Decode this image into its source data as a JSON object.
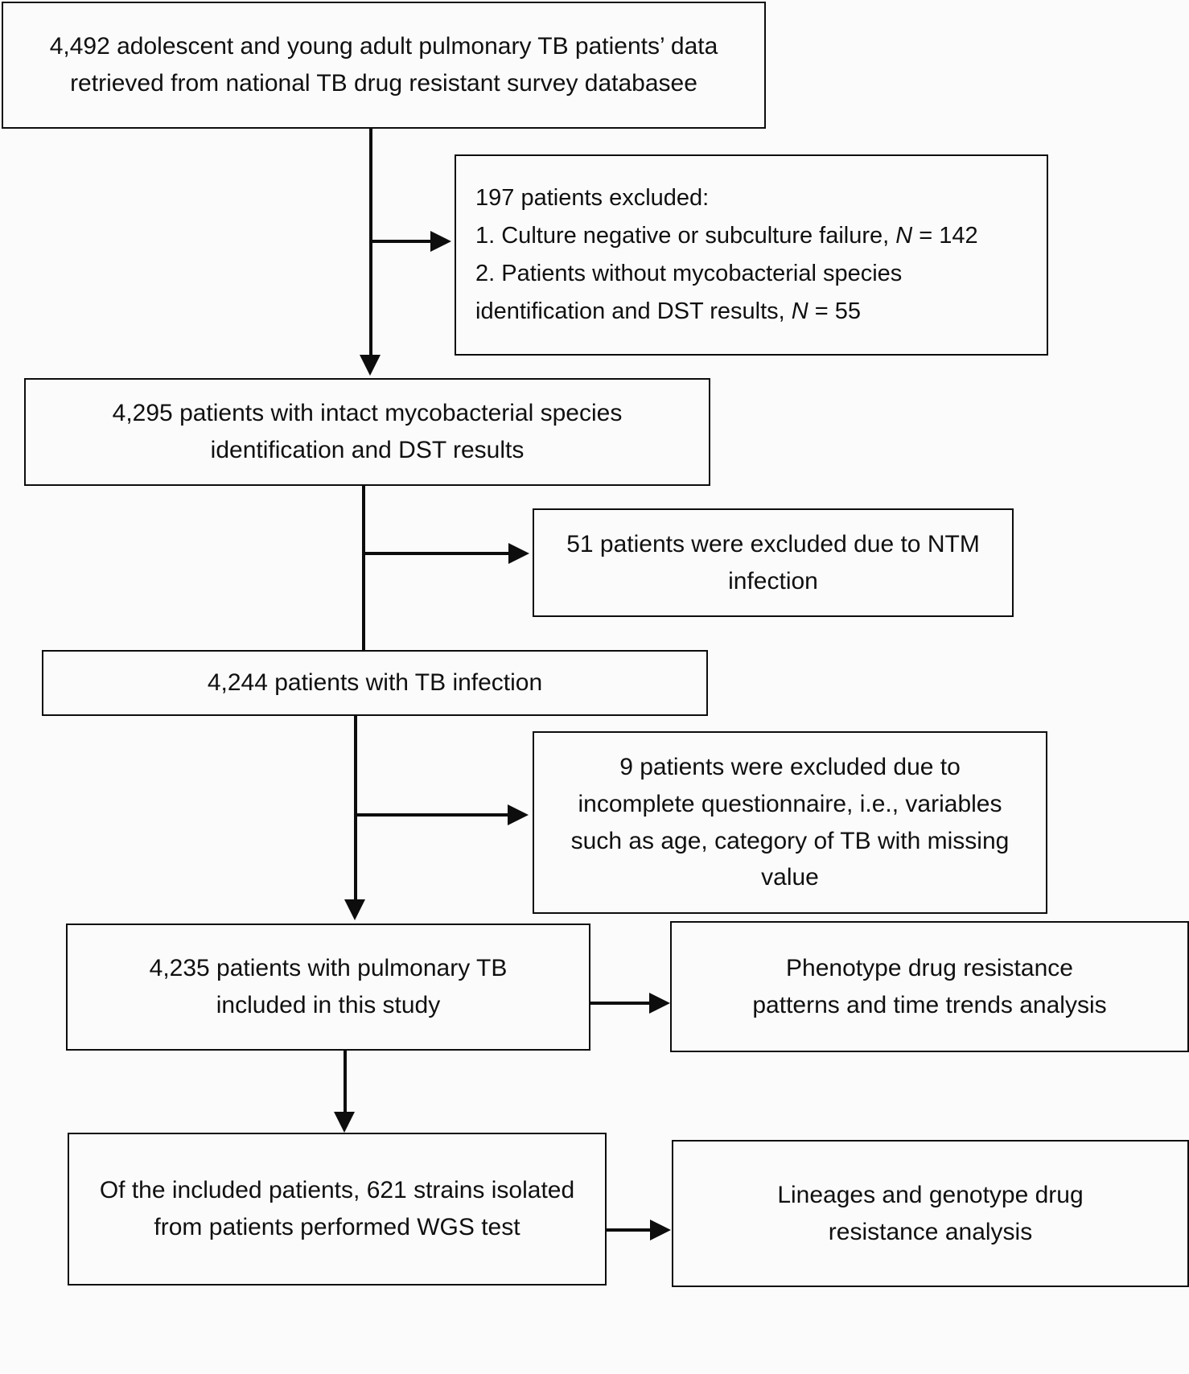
{
  "diagram": {
    "type": "flowchart",
    "title": "Study population selection flowchart",
    "orientation": "top-to-bottom",
    "colors": {
      "stroke": "#0d0d0d",
      "box_fill": "#fbfbfb",
      "text": "#101010",
      "background": "#ffffff"
    },
    "nodes": [
      {
        "id": "n1",
        "name": "source-cohort-box",
        "line1": "4,492 adolescent and young adult pulmonary TB patients’ data",
        "line2": "retrieved from national TB drug resistant survey databasee",
        "count": "4,492"
      },
      {
        "id": "n2",
        "name": "excluded-197-box",
        "line1": "197 patients excluded:",
        "line2_a": "1. Culture negative or subculture failure, ",
        "line2_n": "N",
        "line2_b": " = 142",
        "line3": "2. Patients without mycobacterial species",
        "line4_a": "identification and DST results, ",
        "line4_n": "N",
        "line4_b": " = 55",
        "count": "197"
      },
      {
        "id": "n3",
        "name": "intact-dst-box",
        "line1": "4,295 patients with intact mycobacterial species",
        "line2": "identification and DST results",
        "count": "4,295"
      },
      {
        "id": "n4",
        "name": "excluded-ntm-box",
        "line1": "51 patients were excluded due to NTM",
        "line2": "infection",
        "count": "51"
      },
      {
        "id": "n5",
        "name": "tb-infection-box",
        "line1": "4,244 patients with TB infection",
        "count": "4,244"
      },
      {
        "id": "n6",
        "name": "excluded-incomplete-questionnaire-box",
        "line1": "9 patients were excluded due to",
        "line2": "incomplete questionnaire, i.e., variables",
        "line3": "such as age, category of TB with missing",
        "line4": "value",
        "count": "9"
      },
      {
        "id": "n7",
        "name": "included-study-box",
        "line1": "4,235 patients with pulmonary TB",
        "line2": "included in this study",
        "count": "4,235"
      },
      {
        "id": "n8",
        "name": "phenotype-analysis-box",
        "line1": "Phenotype drug resistance",
        "line2": "patterns and time trends analysis"
      },
      {
        "id": "n9",
        "name": "wgs-subset-box",
        "line1": "Of the included patients, 621 strains isolated",
        "line2": "from patients performed WGS test",
        "count": "621"
      },
      {
        "id": "n10",
        "name": "lineage-analysis-box",
        "line1": "Lineages and genotype drug",
        "line2": "resistance analysis"
      }
    ]
  }
}
